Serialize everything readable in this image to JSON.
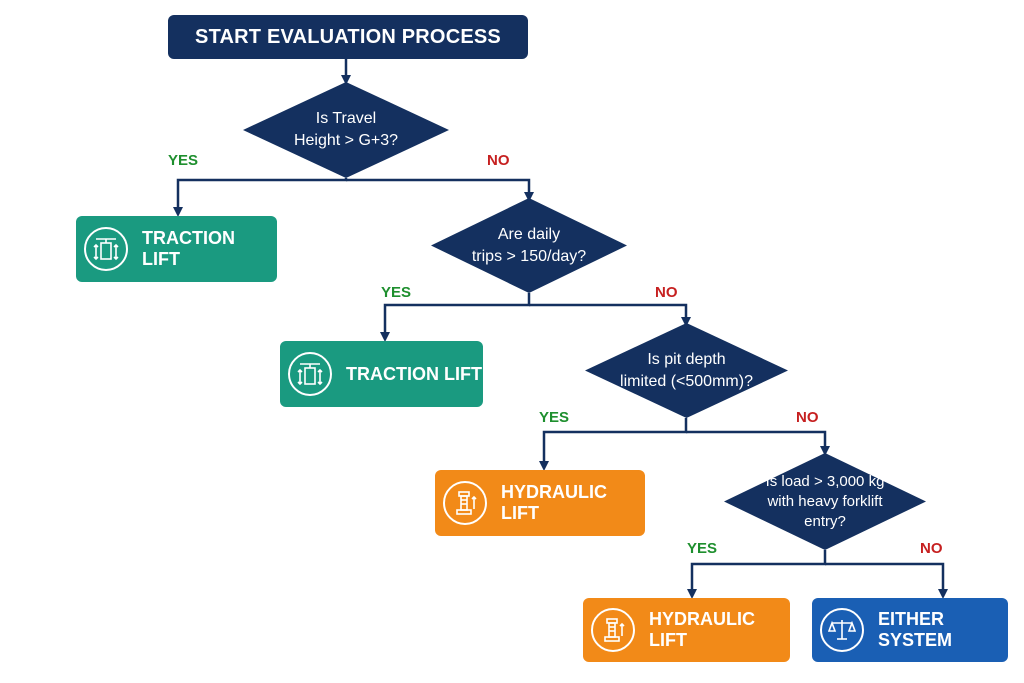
{
  "start": {
    "label": "START EVALUATION PROCESS"
  },
  "decisions": [
    {
      "text": "Is Travel\nHeight > G+3?"
    },
    {
      "text": "Are daily\ntrips > 150/day?"
    },
    {
      "text": "Is pit depth\nlimited (<500mm)?"
    },
    {
      "text": "Is load > 3,000 kg\nwith heavy forklift\nentry?"
    }
  ],
  "outcomes": [
    {
      "label": "TRACTION LIFT",
      "icon": "elevator-icon"
    },
    {
      "label": "TRACTION LIFT",
      "icon": "elevator-icon"
    },
    {
      "label": "HYDRAULIC LIFT",
      "icon": "hydraulic-jack-icon"
    },
    {
      "label": "HYDRAULIC LIFT",
      "icon": "hydraulic-jack-icon"
    },
    {
      "label": "EITHER SYSTEM",
      "icon": "balance-scale-icon"
    }
  ],
  "branch_labels": {
    "yes": "YES",
    "no": "NO"
  },
  "colors": {
    "navy": "#14305f",
    "traction": "#1a9a80",
    "hydraulic": "#f28a18",
    "either": "#1a5fb4",
    "yes": "#1e8f2e",
    "no": "#c62020"
  }
}
